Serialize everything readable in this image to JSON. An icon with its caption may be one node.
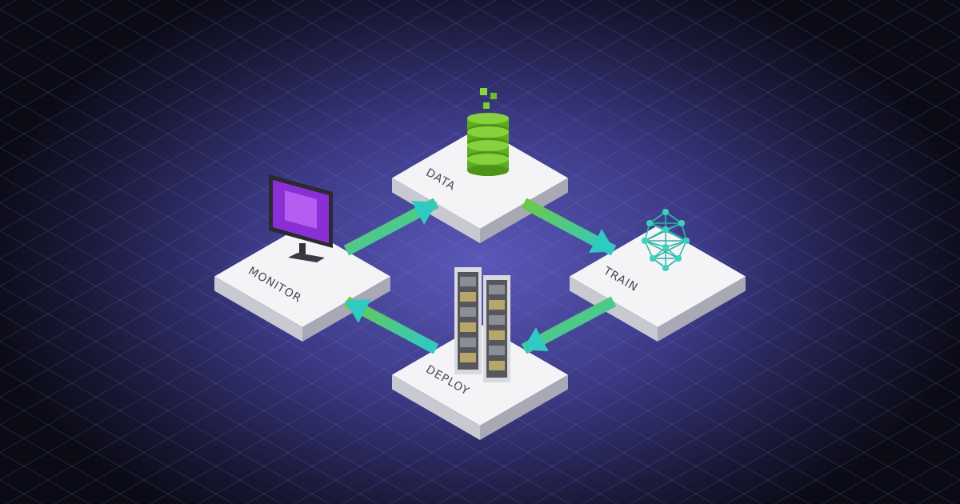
{
  "diagram": {
    "nodes": [
      {
        "text": [
          "DATA"
        ]
      },
      {
        "text": [
          "TRAIN"
        ]
      },
      {
        "text": [
          "DEPLOY"
        ]
      },
      {
        "text": [
          "MONITOR"
        ]
      }
    ],
    "edges": [
      {
        "from": 0,
        "to": 1,
        "arrow": "to",
        "style": "thick"
      },
      {
        "from": 1,
        "to": 2,
        "arrow": "to",
        "style": "thick"
      },
      {
        "from": 2,
        "to": 3,
        "arrow": "to",
        "style": "thick"
      },
      {
        "from": 3,
        "to": 0,
        "arrow": "to",
        "style": "thick"
      }
    ]
  }
}
